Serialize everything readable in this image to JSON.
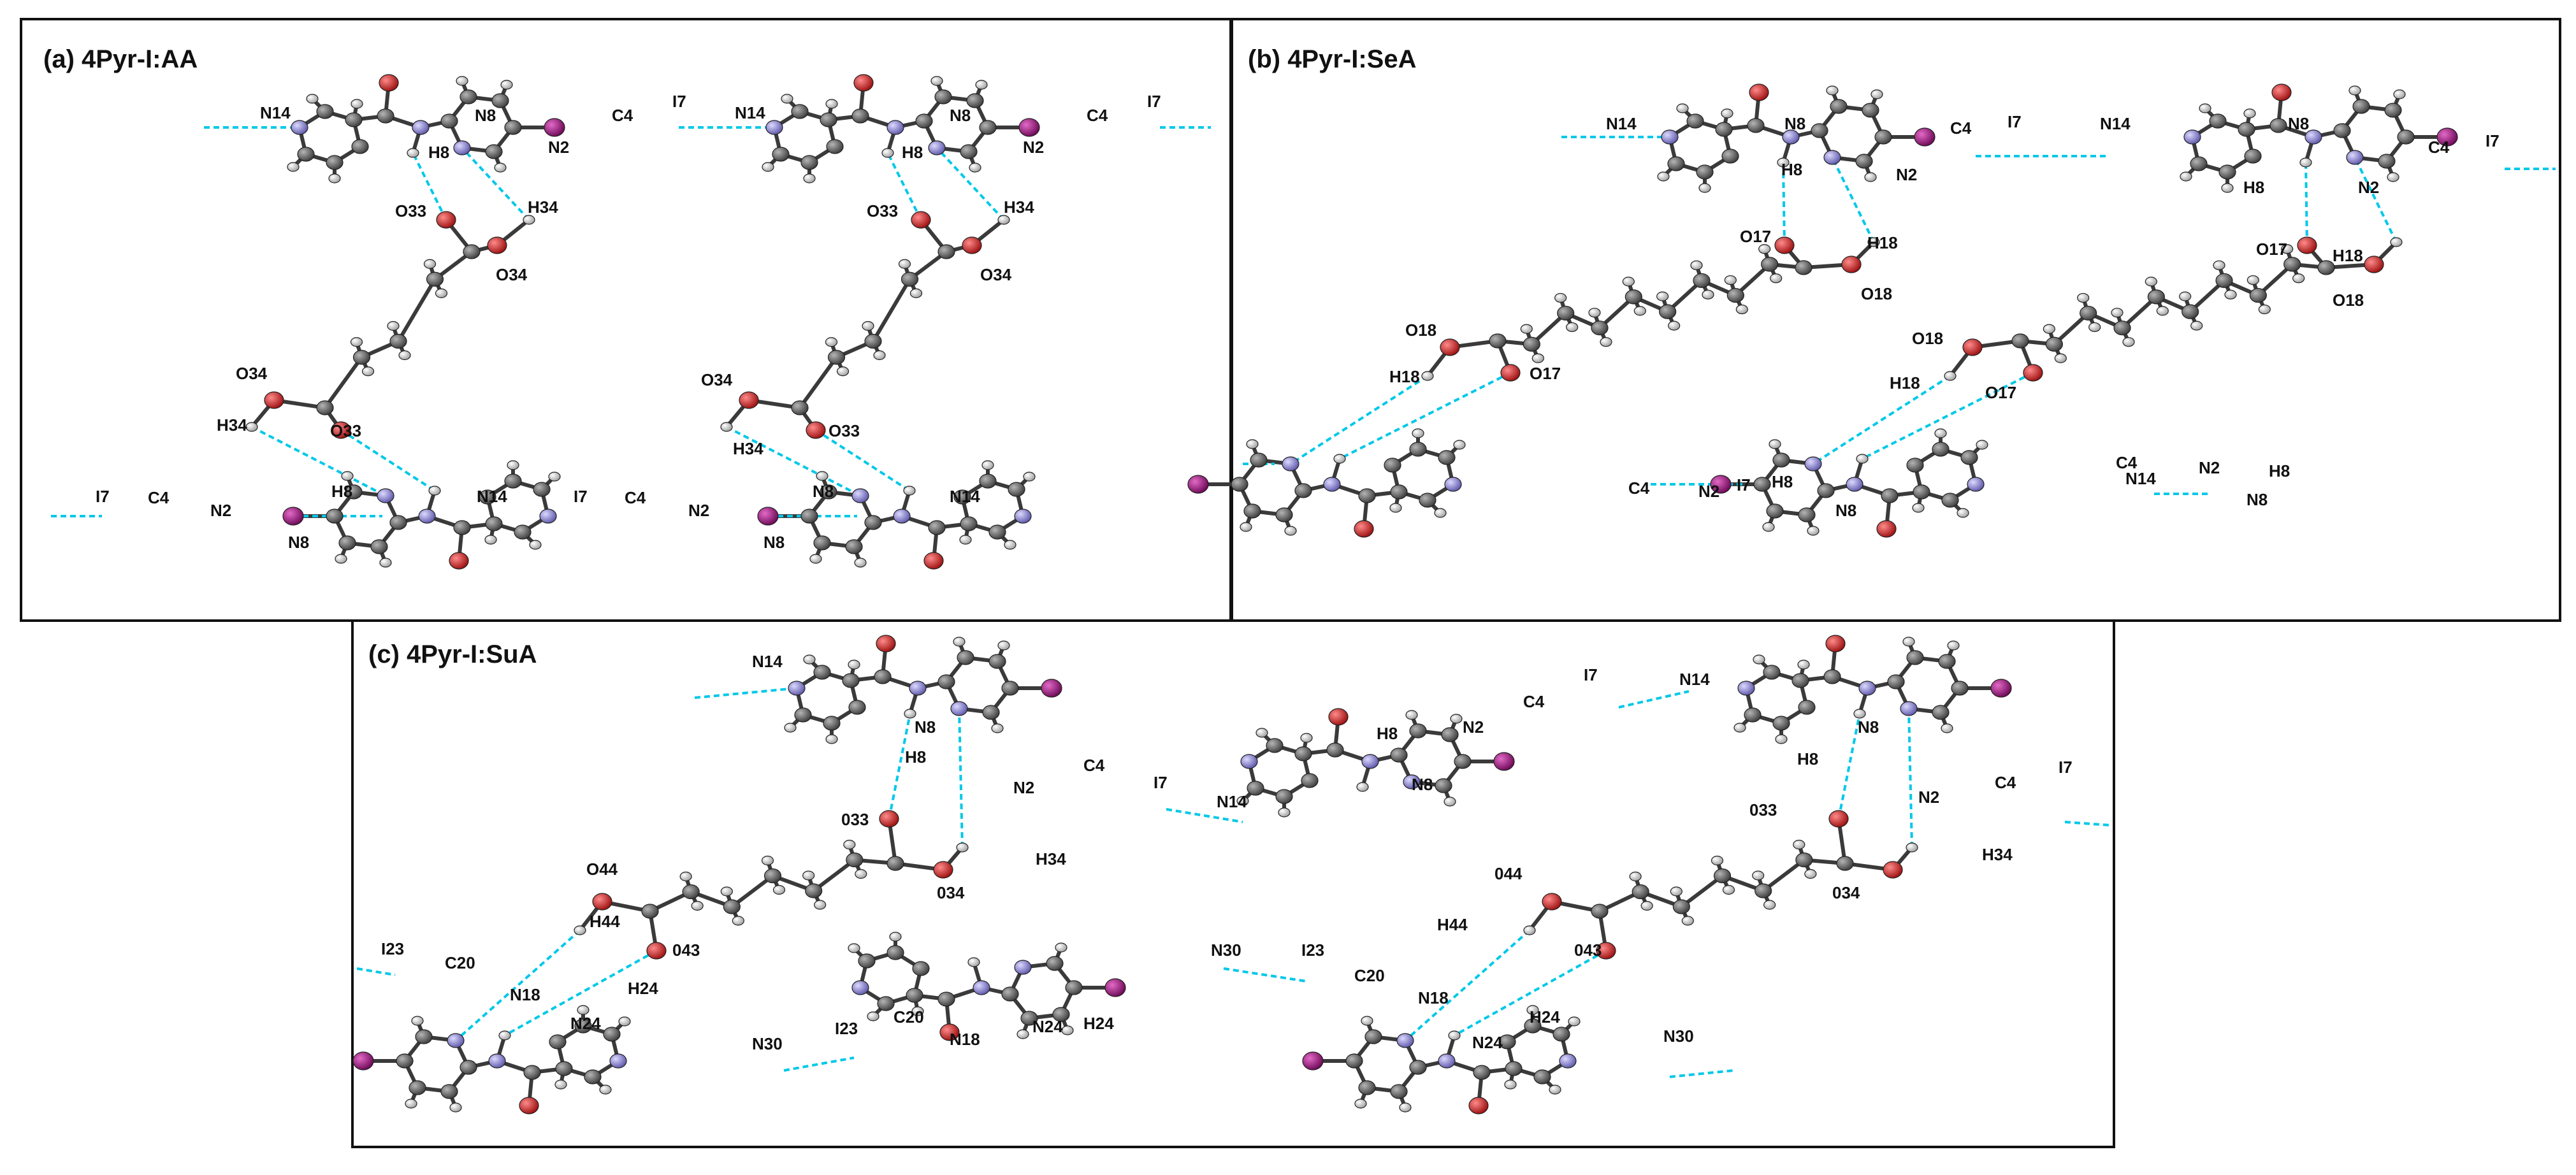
{
  "panels": [
    {
      "title": "(a) 4Pyr-I:AA",
      "labels": [
        "N14",
        "H8",
        "N8",
        "N2",
        "C4",
        "I7",
        "O33",
        "H34",
        "O34",
        "O34",
        "O33",
        "H34",
        "H8",
        "I7",
        "C4",
        "N2",
        "N8",
        "N14",
        "N14",
        "H8",
        "N8",
        "N2",
        "C4",
        "I7",
        "O33",
        "H34",
        "O34",
        "O34",
        "O33",
        "H34",
        "N8",
        "I7",
        "C4",
        "N2",
        "N8",
        "N14"
      ]
    },
    {
      "title": "(b) 4Pyr-I:SeA",
      "labels": [
        "N14",
        "N8",
        "H8",
        "N2",
        "C4",
        "I7",
        "O17",
        "H18",
        "O18",
        "O18",
        "H18",
        "O17",
        "I7",
        "C4",
        "N2",
        "H8",
        "N8",
        "N14",
        "N8",
        "H8",
        "N2",
        "C4",
        "I7",
        "O17",
        "H18",
        "O18",
        "O18",
        "H18",
        "O17",
        "N14",
        "C4",
        "N2",
        "H8",
        "N8",
        "I7"
      ]
    },
    {
      "title": "(c) 4Pyr-I:SuA",
      "labels": [
        "N14",
        "N8",
        "H8",
        "033",
        "N2",
        "C4",
        "I7",
        "H34",
        "034",
        "O44",
        "H44",
        "043",
        "H24",
        "I23",
        "C20",
        "N18",
        "N24",
        "N30",
        "I23",
        "C20",
        "N18",
        "N24",
        "H24",
        "N30",
        "N14",
        "H8",
        "N8",
        "N2",
        "C4",
        "I7",
        "N14",
        "I23",
        "C20",
        "N18",
        "N24",
        "H24",
        "044",
        "H44",
        "043",
        "N30",
        "N8",
        "H8",
        "033",
        "N2",
        "C4",
        "I7",
        "H34",
        "034"
      ]
    }
  ],
  "colors": {
    "carbon": "#5a5a5a",
    "hydrogen": "#e4e4e4",
    "nitrogen": "#8f8ad0",
    "oxygen": "#cc2222",
    "iodine": "#a0127e",
    "hbond": "#00c8e8"
  }
}
